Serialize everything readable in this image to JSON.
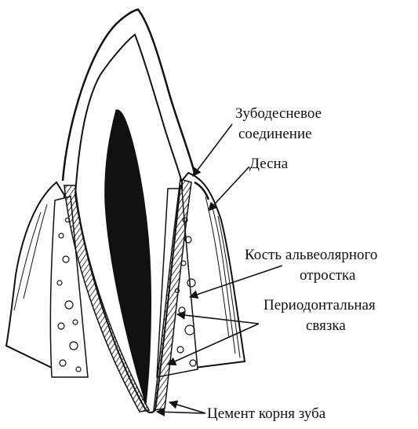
{
  "labels": {
    "gum_junction": {
      "line1": "Зубодесневое",
      "line2": "соединение"
    },
    "gum": "Десна",
    "alveolar_bone": {
      "line1": "Кость альвеолярного",
      "line2": "отростка"
    },
    "periodontal_ligament": {
      "line1": "Периодонтальная",
      "line2": "связка"
    },
    "root_cementum": "Цемент корня зуба"
  },
  "colors": {
    "ink": "#111111",
    "paper": "#ffffff"
  }
}
